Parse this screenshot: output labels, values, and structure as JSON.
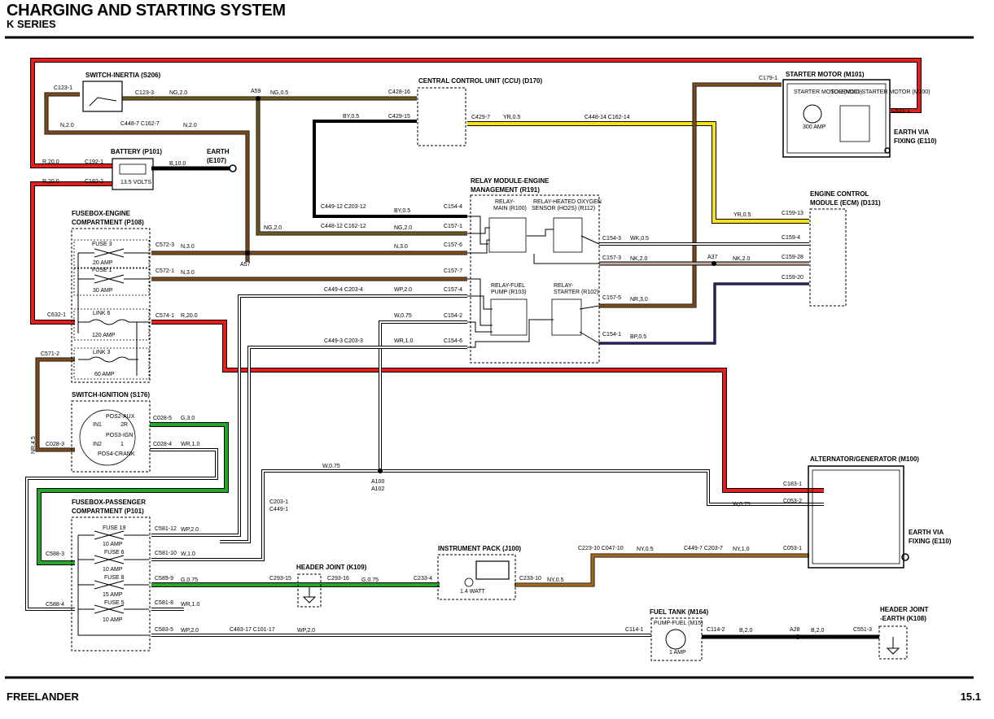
{
  "title": "CHARGING AND STARTING SYSTEM",
  "subtitle": "K SERIES",
  "footer": {
    "left": "FREELANDER",
    "right": "15.1"
  },
  "components": {
    "switch_inertia": "SWITCH-INERTIA (S206)",
    "ccu": "CENTRAL CONTROL UNIT (CCU) (D170)",
    "starter_motor": "STARTER MOTOR (M101)",
    "starter_motor_inner": "STARTER MOTOR (M101)",
    "solenoid": "SOLENOID-STARTER MOTOR (M100)",
    "starter_amp": "300 AMP",
    "earth_e110_top": [
      "EARTH VIA",
      "FIXING (E110)"
    ],
    "battery": "BATTERY (P101)",
    "battery_volts": "13.5 VOLTS",
    "earth_e107": [
      "EARTH",
      "(E107)"
    ],
    "relay_module": [
      "RELAY MODULE-ENGINE",
      "MANAGEMENT (R191)"
    ],
    "relay_main": [
      "RELAY-",
      "MAIN (R100)"
    ],
    "relay_hos": [
      "RELAY-HEATED OXYGEN",
      "SENSOR (HO2S) (R112)"
    ],
    "relay_fuel": [
      "RELAY-FUEL",
      "PUMP (R103)"
    ],
    "relay_starter": [
      "RELAY-",
      "STARTER (R102)"
    ],
    "ecm": [
      "ENGINE CONTROL",
      "MODULE (ECM) (D131)"
    ],
    "fusebox_engine": [
      "FUSEBOX-ENGINE",
      "COMPARTMENT (P108)"
    ],
    "fuse3": "FUSE 3",
    "fuse3_amp": "20 AMP",
    "fuse1": "FUSE 1",
    "fuse1_amp": "30 AMP",
    "link6": "LINK 6",
    "link6_amp": "120 AMP",
    "link3": "LINK 3",
    "link3_amp": "60 AMP",
    "switch_ignition": "SWITCH-IGNITION (S176)",
    "ign_pos": [
      "POS2-AUX",
      "IN1",
      "2R",
      "POS3-IGN",
      "IN2",
      "1",
      "POS4-CRANK"
    ],
    "alternator": "ALTERNATOR/GENERATOR (M100)",
    "earth_e110_bottom": [
      "EARTH VIA",
      "FIXING (E110)"
    ],
    "fusebox_passenger": [
      "FUSEBOX-PASSENGER",
      "COMPARTMENT (P101)"
    ],
    "fuse19": "FUSE 19",
    "fuse19_amp": "10 AMP",
    "fuse6": "FUSE 6",
    "fuse6_amp": "10 AMP",
    "fuse8": "FUSE 8",
    "fuse8_amp": "15 AMP",
    "fuse5": "FUSE 5",
    "fuse5_amp": "10 AMP",
    "header_k109": "HEADER JOINT (K109)",
    "instrument_pack": "INSTRUMENT PACK (J100)",
    "instrument_watt": "1.4 WATT",
    "fuel_tank": "FUEL TANK (M164)",
    "pump_fuel": "PUMP-FUEL (M15)",
    "pump_amp": "1 AMP",
    "header_k108": [
      "HEADER JOINT",
      "-EARTH (K108)"
    ]
  },
  "connectors": {
    "c123_1": "C123-1",
    "c123_3": "C123-3",
    "a59": "A59",
    "c428_16": "C428-16",
    "c429_15": "C429-15",
    "c429_7": "C429-7",
    "c448_14": "C448-14 C162-14",
    "c179_1": "C179-1",
    "c631_1": "C631-1",
    "c448_7": "C448-7 C162-7",
    "c192_1": "C192-1",
    "c192_2": "C192-2",
    "c154_4": "C154-4",
    "c449_12": "C449-12 C203-12",
    "c448_12": "C448-12 C162-12",
    "c157_1": "C157-1",
    "c157_6": "C157-6",
    "c157_7": "C157-7",
    "c157_4": "C157-4",
    "c154_2": "C154-2",
    "c154_6": "C154-6",
    "c154_3": "C154-3",
    "c157_3": "C157-3",
    "c157_5": "C157-5",
    "c154_1": "C154-1",
    "c159_13": "C159-13",
    "c159_4": "C159-4",
    "c159_28": "C159-28",
    "c159_20": "C159-20",
    "a37": "A37",
    "c572_3": "C572-3",
    "c572_1": "C572-1",
    "a57": "A57",
    "c632_1": "C632-1",
    "c574_1": "C574-1",
    "c571_2": "C571-2",
    "c449_4": "C449-4 C203-4",
    "c449_3": "C449-3 C203-3",
    "c028_5": "C028-5",
    "c028_4": "C028-4",
    "c028_3": "C028-3",
    "a100": "A100",
    "a102": "A102",
    "c203_1": "C203-1",
    "c449_1": "C449-1",
    "c183_1": "C183-1",
    "c053_2": "C053-2",
    "c053_1": "C053-1",
    "c449_7": "C449-7 C203-7",
    "c223_10": "C223-10 C047-10",
    "c588_3": "C588-3",
    "c588_4": "C588-4",
    "c581_12": "C581-12",
    "c581_10": "C581-10",
    "c589_9": "C589-9",
    "c581_8": "C581-8",
    "c583_5": "C583-5",
    "c293_15": "C293-15",
    "c293_16": "C293-16",
    "c233_4": "C233-4",
    "c233_10": "C233-10",
    "c483_17": "C483-17 C101-17",
    "c114_1": "C114-1",
    "c114_2": "C114-2",
    "a28": "A28",
    "c551_3": "C551-3"
  },
  "wires": {
    "ng20": "NG,2.0",
    "ng05": "NG,0.5",
    "by05": "BY,0.5",
    "yr05": "YR,0.5",
    "n20": "N,2.0",
    "r20": "R,20.0",
    "b10": "B,10.0",
    "n30": "N,3.0",
    "wp20": "WP,2.0",
    "w075": "W,0.75",
    "wr10": "WR,1.0",
    "wk05": "WK,0.5",
    "nk20": "NK,2.0",
    "nr30": "NR,3.0",
    "bp05": "BP,0.5",
    "g30": "G,3.0",
    "nr45": "NR,4.5",
    "ny05": "NY,0.5",
    "ny10": "NY,1.0",
    "w10": "W,1.0",
    "g075": "G,0.75",
    "b20": "B,2.0"
  },
  "colors": {
    "red": "#e3201b",
    "brown": "#7a4a1e",
    "olive": "#6b5a1f",
    "yellow": "#f5e31a",
    "green": "#23a829",
    "black": "#000000",
    "navy": "#2a1f4f",
    "ochre": "#a06a1c"
  }
}
